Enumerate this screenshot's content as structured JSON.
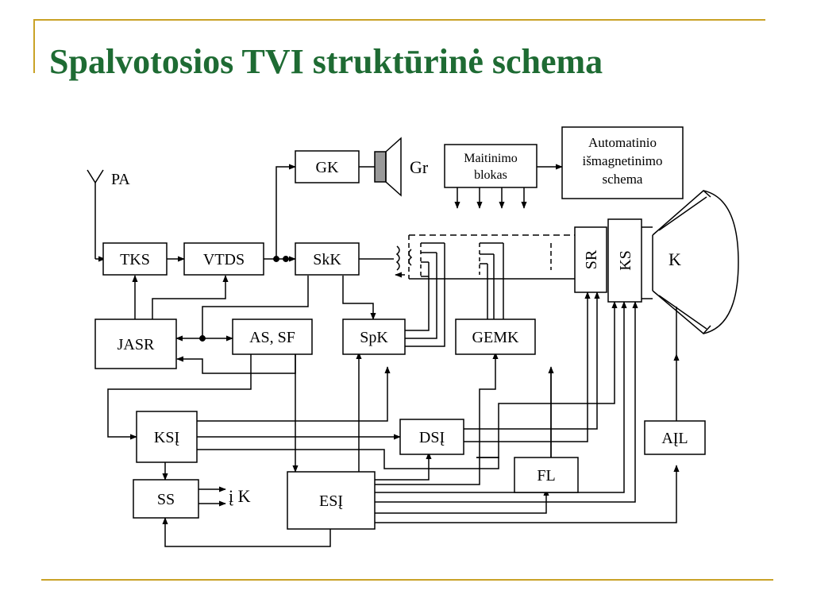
{
  "slide": {
    "title": "Spalvotosios TVI struktūrinė schema"
  },
  "diagram": {
    "antenna_label": "PA",
    "loudspeaker_label": "Gr",
    "screen_label": "K",
    "output_label": "į K",
    "blocks": {
      "tks": "TKS",
      "vtds": "VTDS",
      "gk": "GK",
      "skk": "SkK",
      "jasr": "JASR",
      "as_sf": "AS, SF",
      "spk": "SpK",
      "gemk": "GEMK",
      "ksi": "KSĮ",
      "dsi": "DSĮ",
      "ss": "SS",
      "esi": "ESĮ",
      "fl": "FL",
      "ail": "AĮL",
      "sr": "SR",
      "ks": "KS",
      "power_line1": "Maitinimo",
      "power_line2": "blokas",
      "demag_line1": "Automatinio",
      "demag_line2": "išmagnetinimo",
      "demag_line3": "schema"
    }
  }
}
